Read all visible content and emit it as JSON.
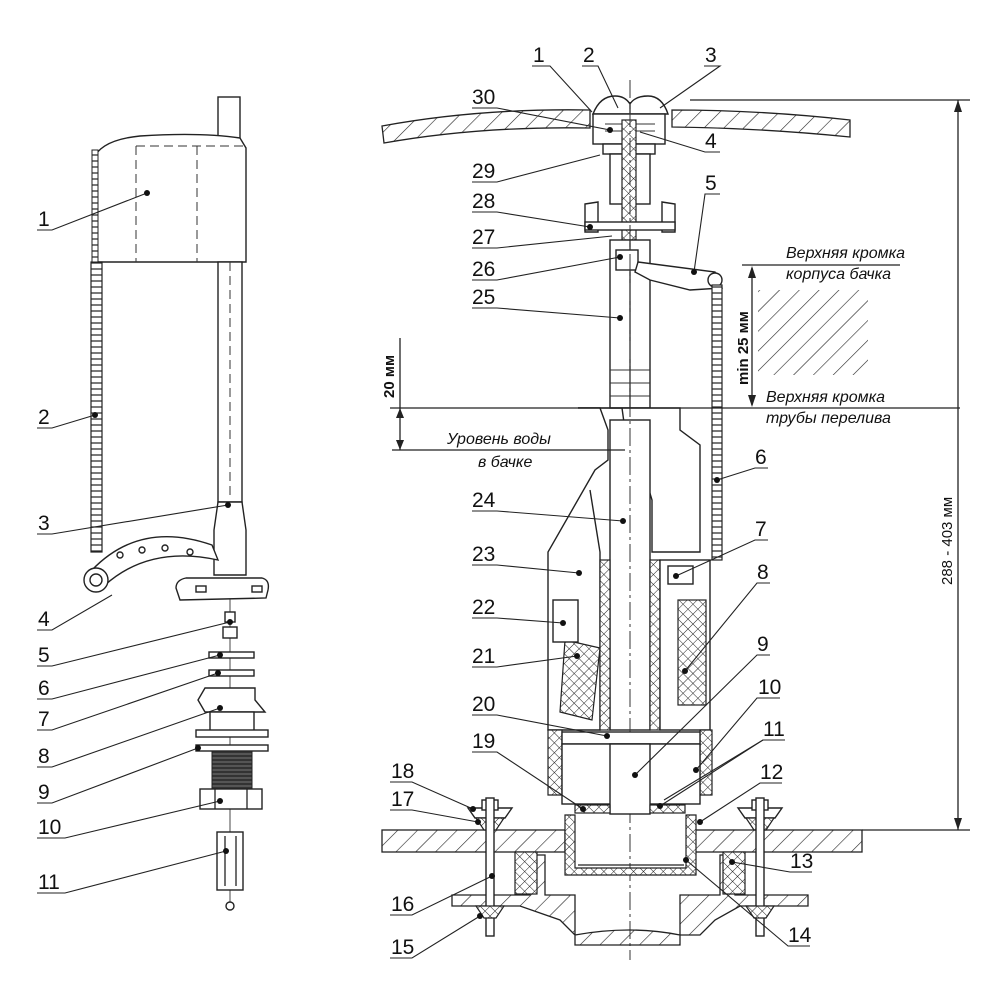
{
  "left_view": {
    "callouts": [
      "1",
      "2",
      "3",
      "4",
      "5",
      "6",
      "7",
      "8",
      "9",
      "10",
      "11"
    ]
  },
  "right_view": {
    "callouts_top": [
      "1",
      "2",
      "3"
    ],
    "callouts_left": [
      "30",
      "29",
      "28",
      "27",
      "26",
      "25",
      "24",
      "23",
      "22",
      "21",
      "20",
      "19",
      "18",
      "17",
      "16",
      "15"
    ],
    "callouts_right": [
      "4",
      "5",
      "6",
      "7",
      "8",
      "9",
      "10",
      "11",
      "12",
      "13",
      "14"
    ]
  },
  "annotations": {
    "tank_top_edge_line1": "Верхняя кромка",
    "tank_top_edge_line2": "корпуса бачка",
    "overflow_top_edge_line1": "Верхняя кромка",
    "overflow_top_edge_line2": "трубы перелива",
    "water_level_line1": "Уровень воды",
    "water_level_line2": "в бачке"
  },
  "dimensions": {
    "min_gap": "min 25 мм",
    "water_offset": "20 мм",
    "overall_height": "288 - 403 мм"
  }
}
